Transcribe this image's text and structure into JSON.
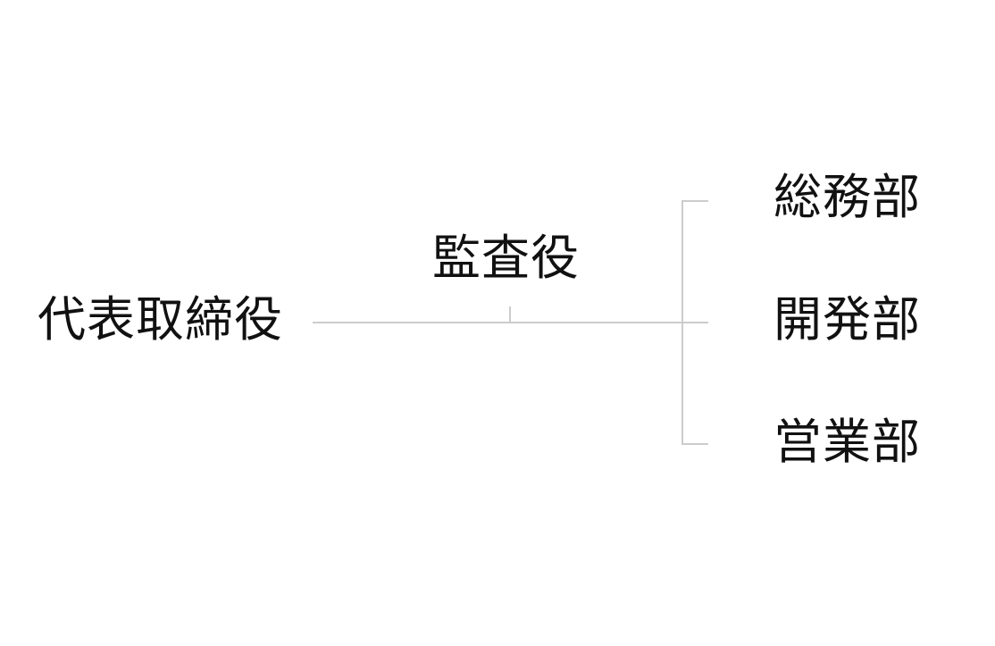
{
  "chart": {
    "root": "代表取締役",
    "auditor": "監査役",
    "departments": [
      "総務部",
      "開発部",
      "営業部"
    ]
  },
  "colors": {
    "connector": "#cccccc",
    "text": "#111111",
    "background": "#ffffff"
  }
}
